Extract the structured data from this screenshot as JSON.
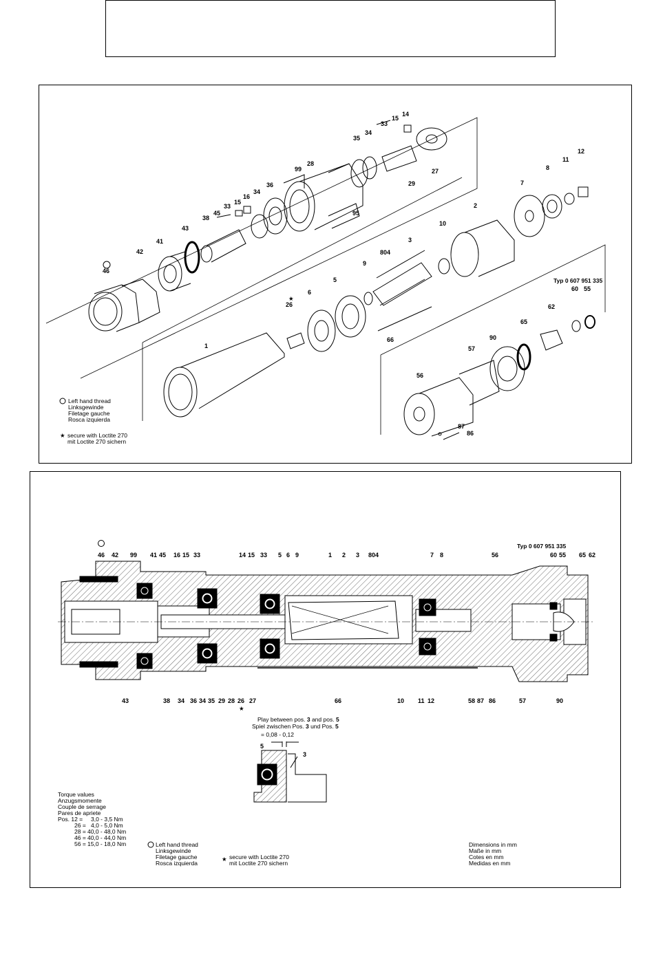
{
  "header_box": {},
  "exploded": {
    "labels": [
      "14",
      "15",
      "33",
      "34",
      "35",
      "27",
      "29",
      "99",
      "28",
      "36",
      "16",
      "15",
      "33",
      "34",
      "45",
      "38",
      "43",
      "95",
      "41",
      "42",
      "46",
      "12",
      "11",
      "8",
      "7",
      "2",
      "10",
      "3",
      "804",
      "9",
      "5",
      "6",
      "26",
      "1",
      "66",
      "60",
      "55",
      "62",
      "65",
      "90",
      "57",
      "56",
      "87",
      "86"
    ],
    "typ": "Typ 0 607 951 335",
    "legend_lh": [
      "Left hand thread",
      "Linksgewinde",
      "Filetage gauche",
      "Rosca izquierda"
    ],
    "legend_loctite": [
      "secure with Loctite 270",
      "mit Loctite 270 sichern"
    ]
  },
  "section": {
    "typ": "Typ 0 607 951 335",
    "top_labels": [
      "46",
      "42",
      "99",
      "41",
      "45",
      "16",
      "15",
      "33",
      "14",
      "15",
      "33",
      "5",
      "6",
      "9",
      "1",
      "2",
      "3",
      "804",
      "7",
      "8",
      "56",
      "60",
      "55",
      "65",
      "62"
    ],
    "bottom_labels": [
      "43",
      "38",
      "34",
      "36",
      "34",
      "35",
      "29",
      "28",
      "26",
      "27",
      "66",
      "10",
      "11",
      "12",
      "58",
      "87",
      "86",
      "57",
      "90"
    ],
    "play_title": "Play between pos.",
    "play_title_b1": "3",
    "play_title_mid": "and pos.",
    "play_title_b2": "5",
    "play_title_de": "Spiel zwischen Pos.",
    "play_title_de_b1": "3",
    "play_title_de_mid": "und Pos.",
    "play_title_de_b2": "5",
    "play_value": "= 0,08 - 0,12",
    "play_labels": [
      "5",
      "3"
    ],
    "torque_title": [
      "Torque values",
      "Anzugsmomente",
      "Couple de serrage",
      "Pares de apriete"
    ],
    "torque_rows": [
      {
        "pos": "Pos. 12 =",
        "val": "3,0 -   3,5 Nm"
      },
      {
        "pos": "26 =",
        "val": "4,0 -   5,0 Nm"
      },
      {
        "pos": "28 =",
        "val": "40,0 - 48,0 Nm"
      },
      {
        "pos": "46 =",
        "val": "40,0 - 44,0 Nm"
      },
      {
        "pos": "56 =",
        "val": "15,0 - 18,0 Nm"
      }
    ],
    "legend_lh": [
      "Left hand thread",
      "Linksgewinde",
      "Filetage gauche",
      "Rosca izquierda"
    ],
    "legend_loctite": [
      "secure with Loctite 270",
      "mit Loctite 270 sichern"
    ],
    "dimensions": [
      "Dimensions in mm",
      "Maße in mm",
      "Cotes en mm",
      "Medidas en mm"
    ]
  }
}
